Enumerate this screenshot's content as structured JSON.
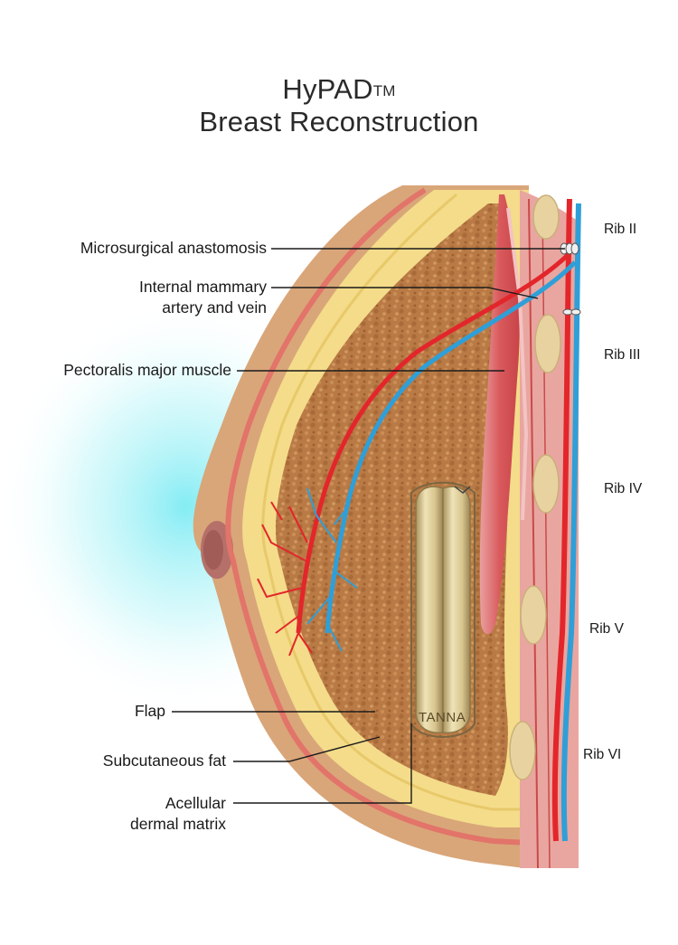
{
  "title": {
    "line1": "HyPAD",
    "trademark": "TM",
    "line2": "Breast Reconstruction"
  },
  "labels": {
    "anastomosis": "Microsurgical anastomosis",
    "mammary_line1": "Internal mammary",
    "mammary_line2": "artery and vein",
    "pectoralis": "Pectoralis major muscle",
    "flap": "Flap",
    "subcutaneous": "Subcutaneous fat",
    "acellular_line1": "Acellular",
    "acellular_line2": "dermal matrix"
  },
  "ribs": [
    "Rib II",
    "Rib III",
    "Rib IV",
    "Rib V",
    "Rib VI"
  ],
  "device_label": "TANNA",
  "colors": {
    "artery": "#e3262b",
    "vein": "#2f9fd8",
    "skin": "#d9a679",
    "fat": "#f4dc8a",
    "flap": "#b8743e",
    "muscle": "#d95a5a",
    "glow": "#8ff0f5"
  }
}
